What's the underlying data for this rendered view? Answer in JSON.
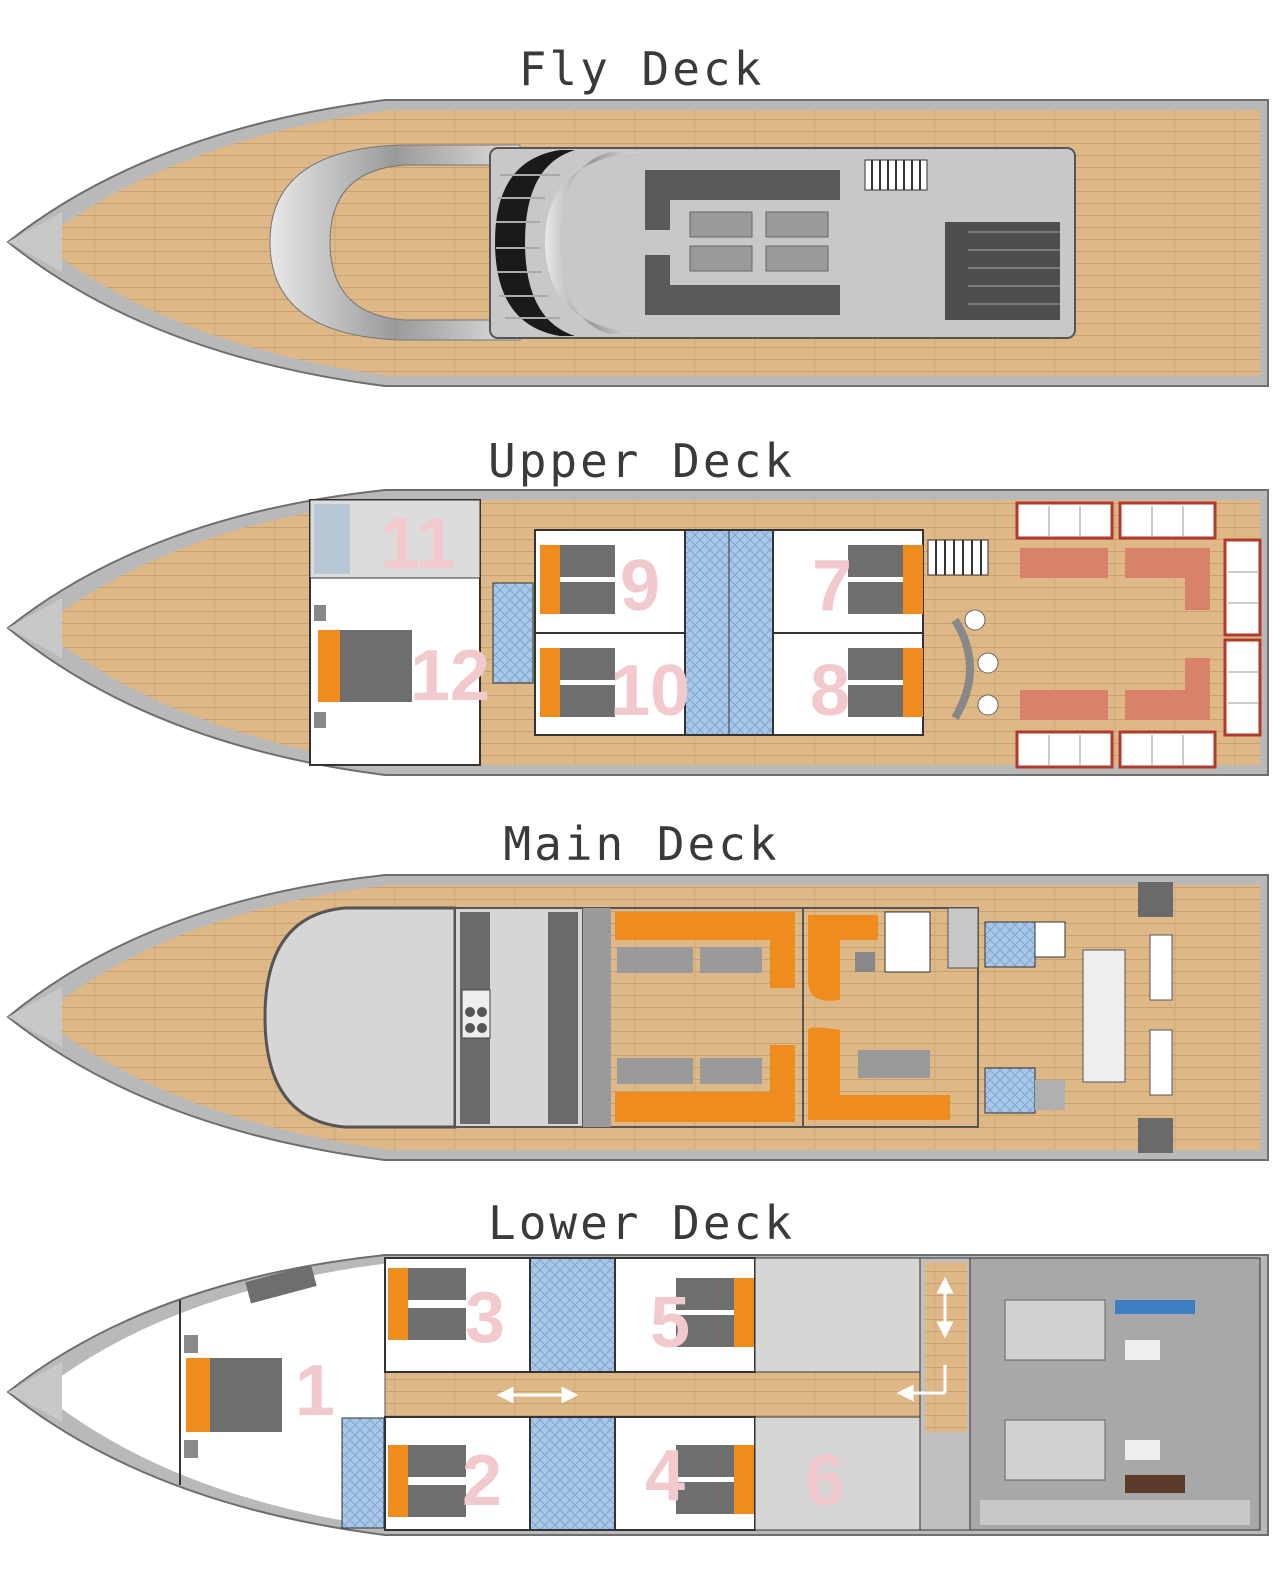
{
  "decks": {
    "fly": {
      "title": "Fly Deck"
    },
    "upper": {
      "title": "Upper Deck",
      "cabins": [
        "11",
        "9",
        "7",
        "12",
        "10",
        "8"
      ]
    },
    "main": {
      "title": "Main Deck"
    },
    "lower": {
      "title": "Lower Deck",
      "cabins": [
        "3",
        "5",
        "1",
        "2",
        "4",
        "6"
      ]
    }
  },
  "colors": {
    "wood": "#deb887",
    "hull_outline": "#8c8c8c",
    "cabin_floor": "#ffffff",
    "bathroom_tile": "#a9c8e8",
    "bedding": "#f08c1e",
    "mattress": "#6e6e6e",
    "sofa": "#d9826a",
    "superstructure": "#c8c8c8",
    "cabin_number": "#f2c9cd"
  }
}
